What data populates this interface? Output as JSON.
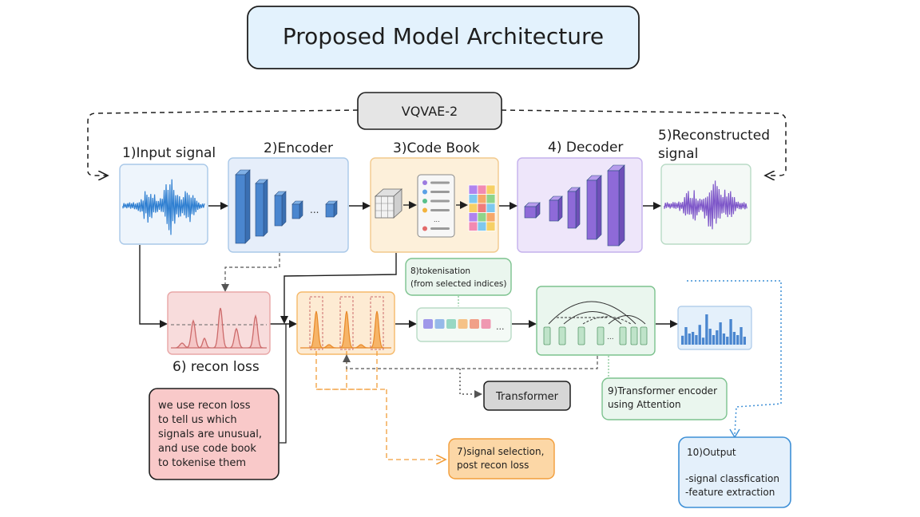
{
  "title": "Proposed Model Architecture",
  "vqvae_label": "VQVAE-2",
  "stages": {
    "input": "1)Input signal",
    "encoder": "2)Encoder",
    "codebook": "3)Code Book",
    "decoder": "4) Decoder",
    "reconstructed_line1": "5)Reconstructed",
    "reconstructed_line2": "signal",
    "recon_loss": "6) recon loss"
  },
  "notes": {
    "explanation": [
      "we use recon loss",
      "to tell us which",
      "signals are unusual,",
      "and use code book",
      "to tokenise them"
    ],
    "signal_selection": [
      "7)signal selection,",
      "post recon loss"
    ],
    "tokenisation": [
      "8)tokenisation",
      "(from selected indices)"
    ],
    "transformer_encoder": [
      "9)Transformer encoder",
      "using Attention"
    ],
    "transformer": "Transformer",
    "output_title": "10)Output",
    "output_items": [
      "-signal classfication",
      "-feature extraction"
    ]
  },
  "encoder_ellipsis": "...",
  "token_ellipsis": "...",
  "colors": {
    "title_bg": "#e3f2fd",
    "vqvae_bg": "#e5e5e5",
    "input_bg": "#eef5fc",
    "input_stroke": "#a9c8e8",
    "wave_blue": "#2f7fd1",
    "encoder_bg": "#e6eefa",
    "encoder_block": "#4a86cf",
    "codebook_bg": "#fdf0da",
    "codebook_stroke": "#f2c98c",
    "decoder_bg": "#eee6fa",
    "decoder_block": "#8e6ad8",
    "recon_bg": "#f4f9f6",
    "recon_stroke": "#b9dbc6",
    "wave_purple": "#7e57c9",
    "loss_bg": "#f8dcdc",
    "loss_stroke": "#e8a6a6",
    "loss_line": "#cc6b6b",
    "sel_bg": "#fdebd3",
    "sel_stroke": "#f5b96a",
    "sel_fill": "#f29d3a",
    "green_bg": "#eaf6ee",
    "green_stroke": "#7cc28e",
    "note_pink": "#f9c9c9",
    "note_orange": "#fcd7a6",
    "output_bg": "#e4f0fb",
    "output_stroke": "#3d8fd6",
    "dotted_blue": "#3d8fd6",
    "orange_dash": "#f29d3a",
    "ink": "#1e1e1e"
  },
  "token_colors": [
    "#8a7fe6",
    "#7ea9e6",
    "#7fcfb7",
    "#f5b46b",
    "#f08a6d",
    "#ee7fa0"
  ],
  "grid_colors": [
    "#b084ef",
    "#f28ab2",
    "#f6d065",
    "#7ec8ef",
    "#f6a86a",
    "#8fd48a",
    "#f6d065",
    "#ef7c7c",
    "#7ec8ef",
    "#b084ef",
    "#8fd48a",
    "#f6a86a",
    "#f28ab2",
    "#7ec8ef",
    "#f6d065"
  ],
  "list_dot_colors": [
    "#9b7ae0",
    "#5aa0e6",
    "#58c08b",
    "#f2b33d",
    "#e98b54",
    "#e26a6a"
  ],
  "output_bars": [
    0.28,
    0.55,
    0.35,
    0.4,
    0.3,
    0.62,
    0.22,
    0.95,
    0.5,
    0.3,
    0.45,
    0.7,
    0.35,
    0.25,
    0.8,
    0.4,
    0.3,
    0.55,
    0.25
  ],
  "icons": [
    "arrow-icon",
    "dashed-arrow-icon"
  ]
}
